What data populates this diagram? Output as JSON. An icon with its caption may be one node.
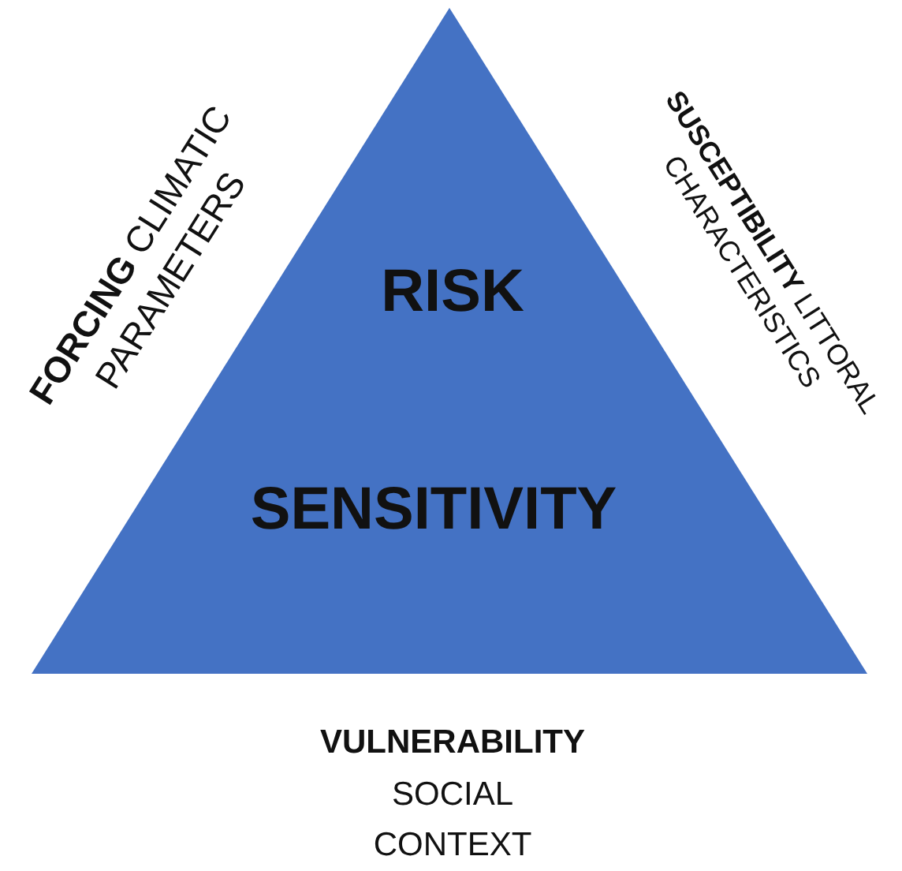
{
  "diagram": {
    "nodes": [
      {
        "text": [
          "RISK",
          "SENSITIVITY"
        ],
        "beside": [
          "**FORCING** CLIMATIC PARAMETERS",
          "**SUSCEPTIBILITY** LITTORAL CHARACTERISTICS",
          "**VULNERABILITY** SOCIAL CONTEXT"
        ]
      }
    ]
  }
}
